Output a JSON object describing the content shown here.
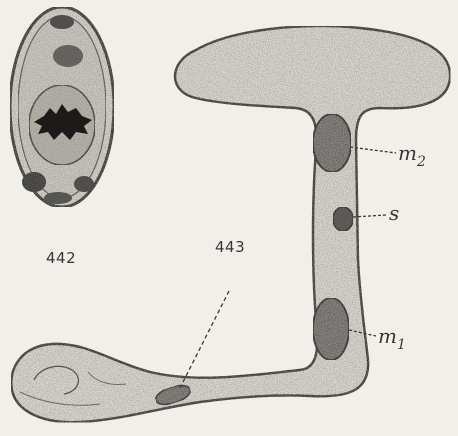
{
  "figure_442": {
    "number": "442"
  },
  "figure_443": {
    "number": "443",
    "labels": {
      "m2": "m",
      "m2_sub": "2",
      "s": "s",
      "m1": "m",
      "m1_sub": "1"
    }
  },
  "colors": {
    "paper": "#f1efea",
    "ink": "#3a3835",
    "cell_fill": "#dcdad4",
    "nucleus_fill": "#9a9790",
    "dark_ink": "#222120"
  }
}
